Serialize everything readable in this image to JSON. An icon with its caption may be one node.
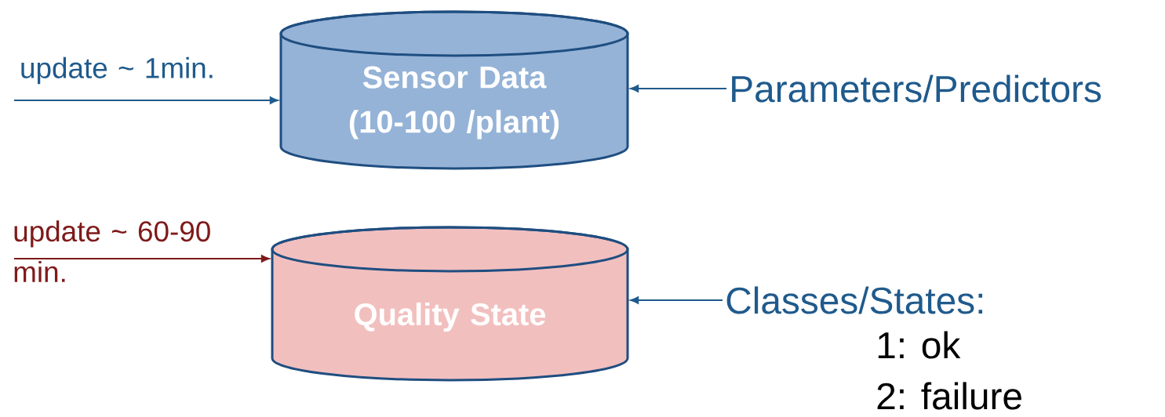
{
  "diagram": {
    "nodes": [
      {
        "text": [
          "Sensor Data (10-100 /plant)"
        ]
      },
      {
        "text": [
          "Quality State"
        ]
      },
      {
        "text": [
          "Parameters/Predictors"
        ]
      },
      {
        "text": [
          "Classes/States:"
        ]
      }
    ],
    "edges": [
      {
        "from": null,
        "to": 0,
        "arrow": "to",
        "label": "update ~ 1min."
      },
      {
        "from": null,
        "to": 1,
        "arrow": "to",
        "label": "update ~ 60-90 min.",
        "color": "#7f1a1a"
      },
      {
        "from": 2,
        "to": 0,
        "arrow": "to"
      },
      {
        "from": 3,
        "to": 1,
        "arrow": "to"
      }
    ],
    "labels": [
      "1: ok",
      "2: failure"
    ]
  }
}
